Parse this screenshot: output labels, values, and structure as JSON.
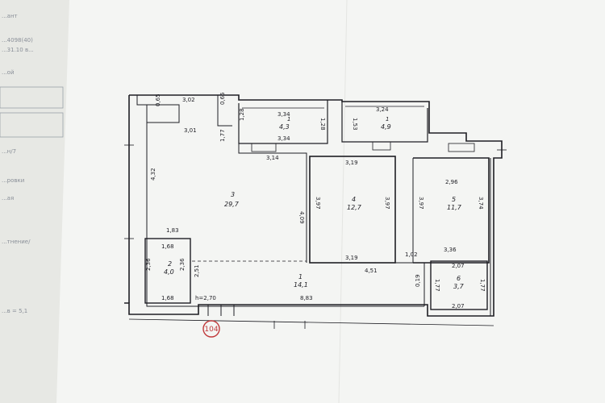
{
  "plan": {
    "colors": {
      "paper": "#f4f5f3",
      "under_sheet": "#e7e8e4",
      "ink": "#1e1e24",
      "marker": "#c0393b",
      "background": "#4d4d4a"
    },
    "outer_dims": {
      "top": "3,02",
      "left": "4,32",
      "bottom": "8,83",
      "height_mark": "h=2,70"
    },
    "dims_misc": {
      "d065a": "0,65",
      "d065b": "0,65",
      "d301": "3,01",
      "d177a": "1,77",
      "d183": "1,83",
      "d168t": "1,68",
      "d168b": "1,68",
      "d236": "2,36",
      "d236b": "2,36",
      "d251": "2,51",
      "d409": "4,09",
      "d314": "3,14",
      "d102": "1,02",
      "d451": "4,51",
      "d019": "0,19"
    },
    "rooms": [
      {
        "num": "1",
        "area": "14,1",
        "dims": []
      },
      {
        "num": "2",
        "area": "4,0",
        "dims": []
      },
      {
        "num": "3",
        "area": "29,7",
        "dims": []
      },
      {
        "num": "4",
        "area": "12,7",
        "dims": [
          "3,19",
          "3,97",
          "3,97",
          "3,19"
        ]
      },
      {
        "num": "5",
        "area": "11,7",
        "dims": [
          "2,96",
          "3,97",
          "3,74",
          "3,36"
        ]
      },
      {
        "num": "6",
        "area": "3,7",
        "dims": [
          "2,07",
          "1,77",
          "1,77",
          "2,07"
        ]
      }
    ],
    "balconies": [
      {
        "num": "1",
        "area": "4,3",
        "dims": [
          "3,34",
          "1,28",
          "1,28",
          "3,34"
        ]
      },
      {
        "num": "1",
        "area": "4,9",
        "dims": [
          "3,24",
          "1,53"
        ]
      }
    ],
    "apartment_marker": "104"
  },
  "under_sheet": {
    "fragments": [
      "...ант",
      "...4098(40)",
      "...31.10 в...",
      "...ой",
      "...н/7",
      "...ровки",
      "...ая",
      "...тнение/",
      "...в = 5,1"
    ]
  }
}
